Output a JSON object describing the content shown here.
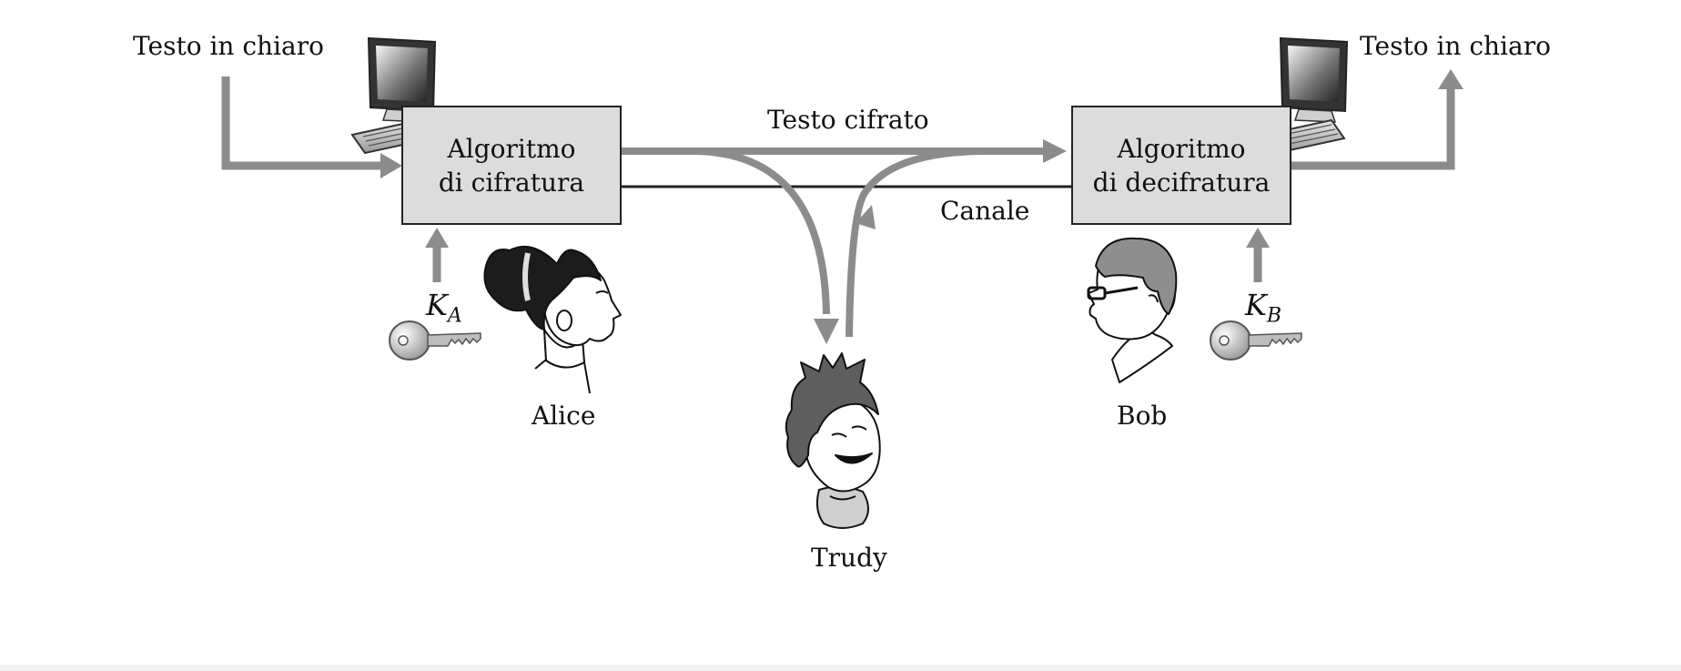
{
  "labels": {
    "plaintext_left": "Testo in chiaro",
    "plaintext_right": "Testo in chiaro",
    "ciphertext": "Testo cifrato",
    "channel": "Canale",
    "alice": "Alice",
    "bob": "Bob",
    "trudy": "Trudy"
  },
  "boxes": {
    "encrypt": {
      "line1": "Algoritmo",
      "line2": "di cifratura"
    },
    "decrypt": {
      "line1": "Algoritmo",
      "line2": "di decifratura"
    }
  },
  "keys": {
    "alice": {
      "letter": "K",
      "sub": "A"
    },
    "bob": {
      "letter": "K",
      "sub": "B"
    }
  },
  "colors": {
    "arrow_gray": "#8c8c8c",
    "box_fill": "#dcdcdc",
    "line_dark": "#222222"
  },
  "icons": [
    "computer-icon",
    "key-icon",
    "alice-portrait",
    "bob-portrait",
    "trudy-portrait"
  ]
}
